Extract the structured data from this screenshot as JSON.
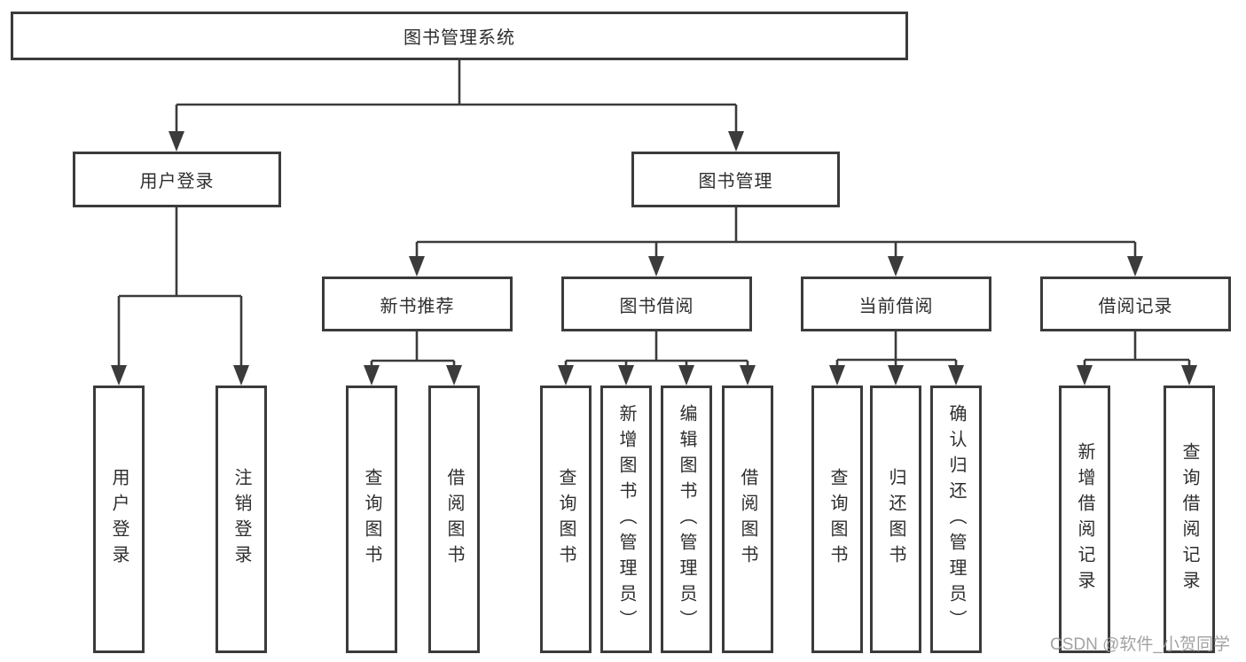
{
  "diagram": {
    "root": {
      "label": "图书管理系统"
    },
    "branches": [
      {
        "label": "用户登录",
        "children": [
          {
            "label": "用户登录"
          },
          {
            "label": "注销登录"
          }
        ]
      },
      {
        "label": "图书管理",
        "children": [
          {
            "label": "新书推荐",
            "children": [
              {
                "label": "查询图书"
              },
              {
                "label": "借阅图书"
              }
            ]
          },
          {
            "label": "图书借阅",
            "children": [
              {
                "label": "查询图书"
              },
              {
                "label": "新增图书（管理员）"
              },
              {
                "label": "编辑图书（管理员）"
              },
              {
                "label": "借阅图书"
              }
            ]
          },
          {
            "label": "当前借阅",
            "children": [
              {
                "label": "查询图书"
              },
              {
                "label": "归还图书"
              },
              {
                "label": "确认归还（管理员）"
              }
            ]
          },
          {
            "label": "借阅记录",
            "children": [
              {
                "label": "新增借阅记录"
              },
              {
                "label": "查询借阅记录"
              }
            ]
          }
        ]
      }
    ]
  },
  "watermark": {
    "text": "CSDN @软件_小贺同学"
  },
  "colors": {
    "line": "#3b3b3b",
    "border": "#3b3b3b",
    "text": "#2e2e2e",
    "background": "#ffffff",
    "watermark": "#9b9b9b"
  }
}
